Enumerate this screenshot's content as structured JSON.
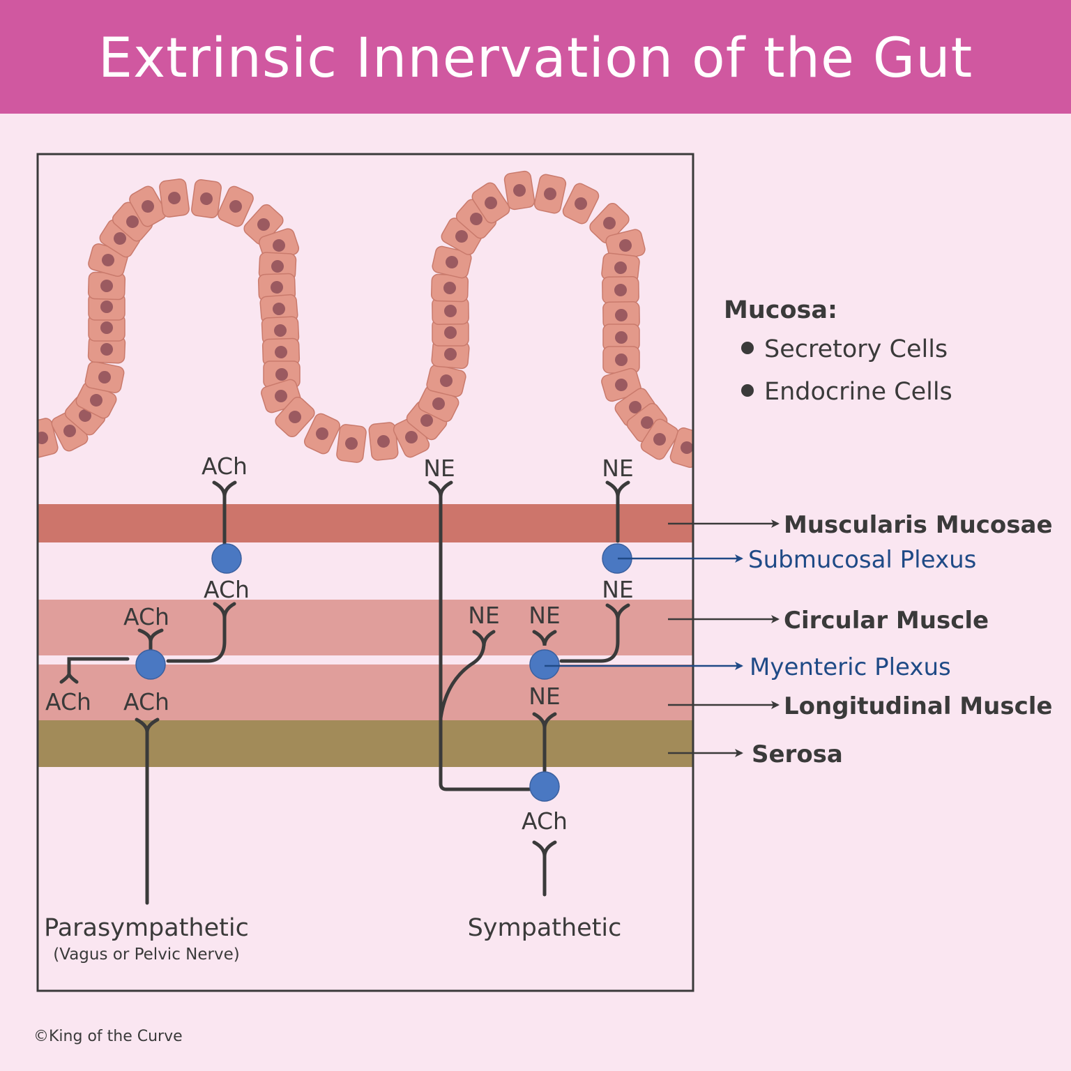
{
  "title": "Extrinsic Innervation of the Gut",
  "mucosa": {
    "heading": "Mucosa:",
    "items": [
      "Secretory Cells",
      "Endocrine Cells"
    ]
  },
  "layers": {
    "muscularis_mucosae": "Muscularis Mucosae",
    "submucosal_plexus": "Submucosal Plexus",
    "circular_muscle": "Circular Muscle",
    "myenteric_plexus": "Myenteric Plexus",
    "longitudinal_muscle": "Longitudinal Muscle",
    "serosa": "Serosa"
  },
  "neurotransmitters": {
    "ach": "ACh",
    "ne": "NE"
  },
  "nerves": {
    "parasympathetic": "Parasympathetic",
    "parasympathetic_note": "(Vagus or Pelvic Nerve)",
    "sympathetic": "Sympathetic"
  },
  "copyright": "©King of the Curve",
  "colors": {
    "banner": "#d058a0",
    "background": "#fae6f1",
    "muscularis_mucosae": "#cd756b",
    "muscle_layers": "#e09e9b",
    "serosa": "#a28b59",
    "neuron": "#4a78c2",
    "plexus_label": "#1f4a86",
    "cell": "#e3998a",
    "nucleus": "#9b5a60"
  }
}
